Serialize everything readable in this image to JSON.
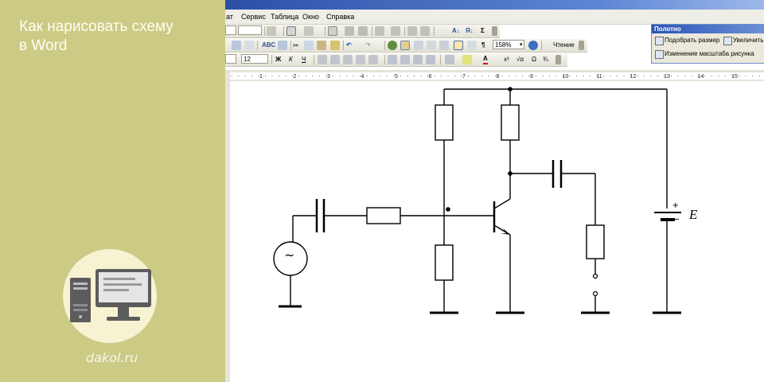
{
  "banner": {
    "title_lines": [
      "Как нарисовать схему",
      "в Word"
    ],
    "site": "dakol.ru"
  },
  "menubar": {
    "items": [
      "ат",
      "Сервис",
      "Таблица",
      "Окно",
      "Справка"
    ]
  },
  "toolbar": {
    "zoom": "158%",
    "reading_label": "Чтение",
    "font_size": "12",
    "bold": "Ж",
    "italic": "К",
    "underline": "Ч"
  },
  "panel": {
    "title": "Полотно",
    "fit_button": "Подобрать размер",
    "expand_button": "Увеличить",
    "scale_button": "Изменение масштаба рисунка"
  },
  "ruler": {
    "labels": [
      "1",
      "2",
      "3",
      "4",
      "5",
      "6",
      "7",
      "8",
      "9",
      "10",
      "11",
      "12",
      "13",
      "14",
      "15"
    ]
  },
  "circuit": {
    "voltage_label": "E",
    "plus_label": "+",
    "minus_label": "−",
    "source_symbol": "~"
  }
}
